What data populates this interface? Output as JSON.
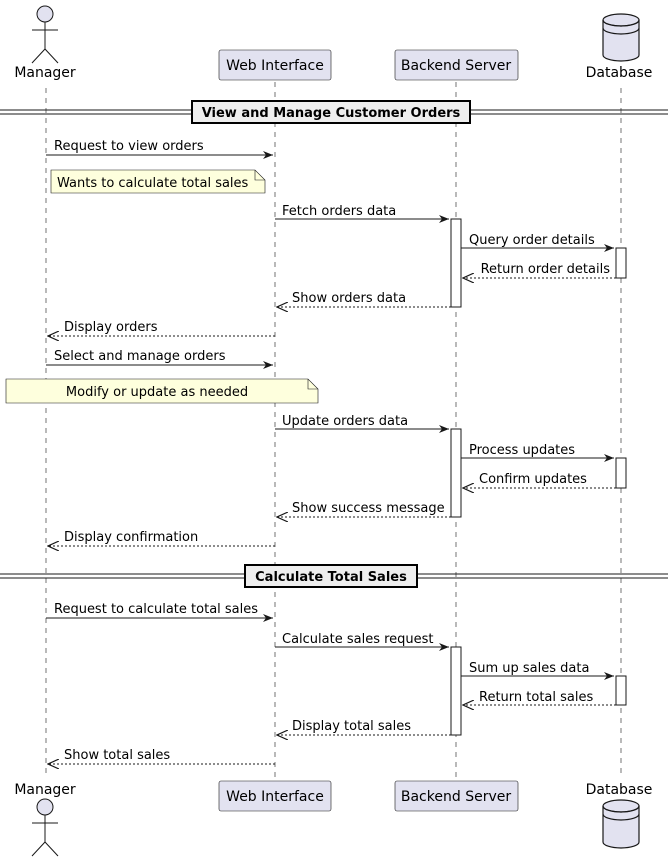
{
  "participants": [
    {
      "id": "manager",
      "label": "Manager",
      "kind": "actor"
    },
    {
      "id": "web",
      "label": "Web Interface",
      "kind": "box"
    },
    {
      "id": "backend",
      "label": "Backend Server",
      "kind": "box"
    },
    {
      "id": "db",
      "label": "Database",
      "kind": "database"
    }
  ],
  "sections": [
    {
      "id": "s1",
      "title": "View and Manage Customer Orders"
    },
    {
      "id": "s2",
      "title": "Calculate Total Sales"
    }
  ],
  "messages": [
    {
      "id": "m1",
      "from": "manager",
      "to": "web",
      "label": "Request to view orders",
      "style": "solid"
    },
    {
      "id": "m2",
      "from": "web",
      "to": "backend",
      "label": "Fetch orders data",
      "style": "solid"
    },
    {
      "id": "m3",
      "from": "backend",
      "to": "db",
      "label": "Query order details",
      "style": "solid"
    },
    {
      "id": "m4",
      "from": "db",
      "to": "backend",
      "label": "Return order details",
      "style": "dashed"
    },
    {
      "id": "m5",
      "from": "backend",
      "to": "web",
      "label": "Show orders data",
      "style": "dashed"
    },
    {
      "id": "m6",
      "from": "web",
      "to": "manager",
      "label": "Display orders",
      "style": "dashed"
    },
    {
      "id": "m7",
      "from": "manager",
      "to": "web",
      "label": "Select and manage orders",
      "style": "solid"
    },
    {
      "id": "m8",
      "from": "web",
      "to": "backend",
      "label": "Update orders data",
      "style": "solid"
    },
    {
      "id": "m9",
      "from": "backend",
      "to": "db",
      "label": "Process updates",
      "style": "solid"
    },
    {
      "id": "m10",
      "from": "db",
      "to": "backend",
      "label": "Confirm updates",
      "style": "dashed"
    },
    {
      "id": "m11",
      "from": "backend",
      "to": "web",
      "label": "Show success message",
      "style": "dashed"
    },
    {
      "id": "m12",
      "from": "web",
      "to": "manager",
      "label": "Display confirmation",
      "style": "dashed"
    },
    {
      "id": "m13",
      "from": "manager",
      "to": "web",
      "label": "Request to calculate total sales",
      "style": "solid"
    },
    {
      "id": "m14",
      "from": "web",
      "to": "backend",
      "label": "Calculate sales request",
      "style": "solid"
    },
    {
      "id": "m15",
      "from": "backend",
      "to": "db",
      "label": "Sum up sales data",
      "style": "solid"
    },
    {
      "id": "m16",
      "from": "db",
      "to": "backend",
      "label": "Return total sales",
      "style": "dashed"
    },
    {
      "id": "m17",
      "from": "backend",
      "to": "web",
      "label": "Display total sales",
      "style": "dashed"
    },
    {
      "id": "m18",
      "from": "web",
      "to": "manager",
      "label": "Show total sales",
      "style": "dashed"
    }
  ],
  "notes": [
    {
      "id": "n1",
      "text": "Wants to calculate total sales"
    },
    {
      "id": "n2",
      "text": "Modify or update as needed"
    }
  ],
  "colors": {
    "participant_fill": "#E2E2F0",
    "participant_border": "#181818",
    "note_fill": "#FEFFDD",
    "section_fill": "#EEEEEE",
    "line": "#181818"
  }
}
